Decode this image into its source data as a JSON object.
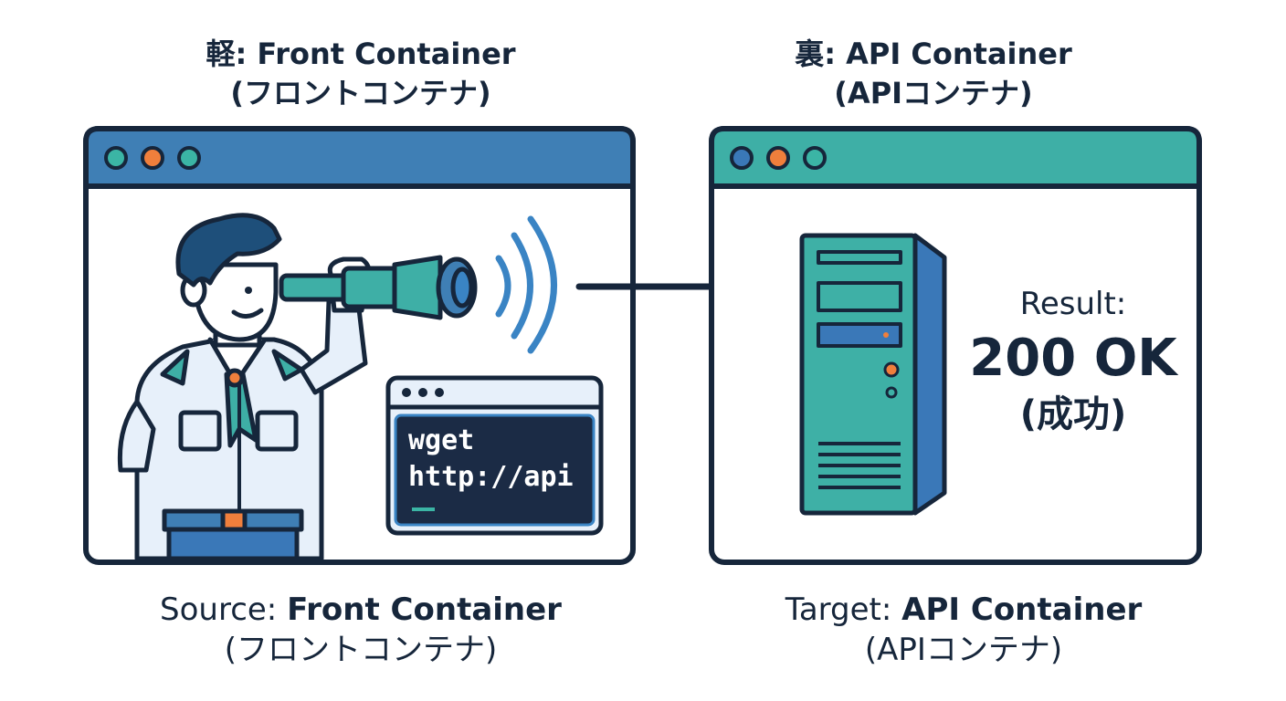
{
  "colors": {
    "ink": "#16263b",
    "front_titlebar": "#3f7fb5",
    "api_titlebar": "#3eafa6",
    "dot_teal": "#3bb5a5",
    "dot_orange": "#f07f3c",
    "dot_blue": "#3a78b8",
    "terminal_bg": "#1b2b45",
    "server_body": "#3eb0a6",
    "server_side": "#3a78b8",
    "signal": "#3a84c4"
  },
  "front": {
    "heading_line1": "軽: Front Container",
    "heading_line2": "(フロントコンテナ)",
    "caption_prefix": "Source: ",
    "caption_bold": "Front Container",
    "caption_line2": "(フロントコンテナ)",
    "terminal_line1": "wget",
    "terminal_line2": "http://api",
    "icons": [
      "person-with-telescope",
      "signal-waves-icon",
      "terminal-window"
    ]
  },
  "api": {
    "heading_line1": "裏: API Container",
    "heading_line2": "(APIコンテナ)",
    "caption_prefix": "Target: ",
    "caption_bold": "API Container",
    "caption_line2": "(APIコンテナ)",
    "result_label": "Result:",
    "result_code": "200 OK",
    "result_note": "(成功)",
    "icons": [
      "server-tower-icon"
    ]
  }
}
